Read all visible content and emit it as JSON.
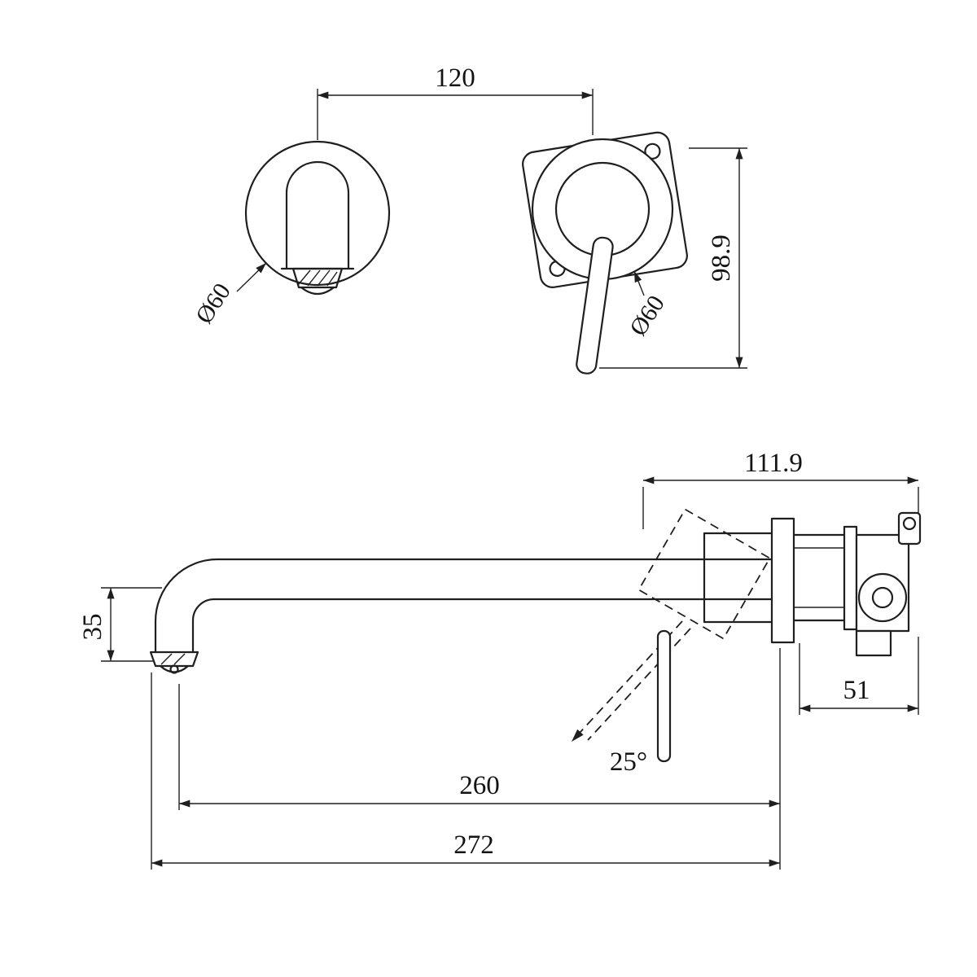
{
  "page": {
    "background": "#ffffff",
    "line_color": "#1f1f1f",
    "drawing_type": "wall-mounted basin mixer dimension drawing"
  },
  "front_view": {
    "center_distance": "120",
    "overall_height": "98.9",
    "spout_diameter": "Ø60",
    "plate_diameter": "Ø60"
  },
  "side_view": {
    "projection_depth": "111.9",
    "spout_drop": "35",
    "inwall_depth": "51",
    "handle_angle": "25°",
    "spout_reach": "260",
    "overall_length": "272"
  }
}
